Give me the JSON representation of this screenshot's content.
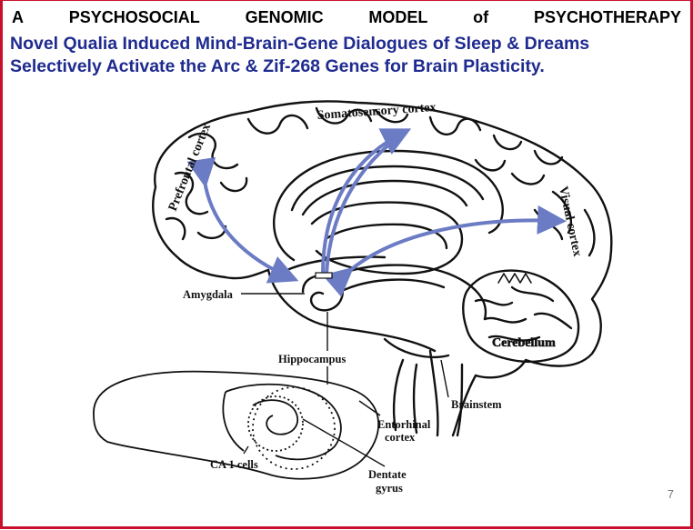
{
  "header": {
    "title_words": [
      "A",
      "PSYCHOSOCIAL",
      "GENOMIC",
      "MODEL",
      "of",
      "PSYCHOTHERAPY"
    ],
    "subtitle_line1": "Novel Qualia Induced Mind-Brain-Gene Dialogues of Sleep & Dreams",
    "subtitle_line2": "Selectively Activate the Arc & Zif-268 Genes for Brain Plasticity."
  },
  "labels": {
    "prefrontal": "Prefrontal cortex",
    "somatosensory": "Somatosensory cortex",
    "visual": "Visual cortex",
    "amygdala": "Amygdala",
    "hippocampus": "Hippocampus",
    "cerebellum": "Cerebellum",
    "brainstem": "Brainstem",
    "entorhinal_line1": "Entorhinal",
    "entorhinal_line2": "cortex",
    "ca1": "CA 1 cells",
    "dentate_line1": "Dentate",
    "dentate_line2": "gyrus"
  },
  "colors": {
    "arrow": "#6b7bc4",
    "subtitle": "#1f2b8f",
    "border": "#c8102e"
  },
  "page_number": "7"
}
